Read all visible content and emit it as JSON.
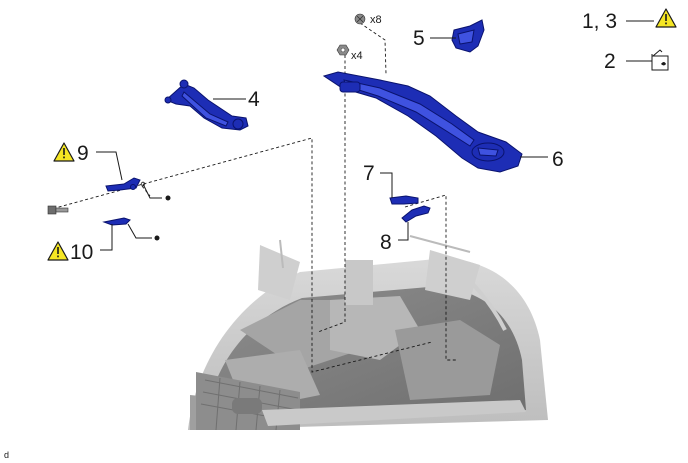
{
  "callouts": {
    "c1_3": "1, 3",
    "c2": "2",
    "c4": "4",
    "c5": "5",
    "c6": "6",
    "c7": "7",
    "c8": "8",
    "c9": "9",
    "c10": "10"
  },
  "quantities": {
    "screw": "x8",
    "nut": "x4"
  },
  "footer_code": "d",
  "colors": {
    "part": "#1d2db5",
    "warning": "#f5e623"
  },
  "icons": {
    "warning": "warning-triangle-icon",
    "grease": "grease-symbol-icon"
  }
}
